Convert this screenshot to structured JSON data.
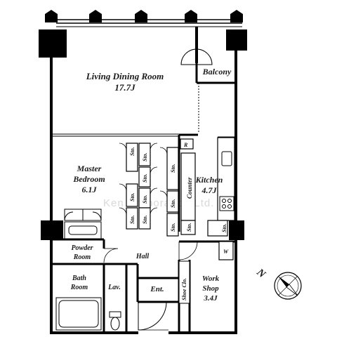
{
  "rooms": {
    "living": {
      "name": "Living Dining Room",
      "size": "17.7J"
    },
    "balcony": {
      "name": "Balcony"
    },
    "master": {
      "name": "Master",
      "name2": "Bedroom",
      "size": "6.1J"
    },
    "kitchen": {
      "name": "Kitchen",
      "size": "4.7J"
    },
    "powder": {
      "name": "Powder",
      "name2": "Room"
    },
    "bath": {
      "name": "Bath",
      "name2": "Room"
    },
    "lav": {
      "name": "Lav."
    },
    "hall": {
      "name": "Hall"
    },
    "entrance": {
      "name": "Ent."
    },
    "workshop": {
      "name": "Work",
      "name2": "Shop",
      "size": "3.4J"
    }
  },
  "fixtures": {
    "storage": "Sto.",
    "counter": "Counter",
    "refrigerator": "R",
    "washer": "W",
    "shoe_closet": "Shoe Clo."
  },
  "compass": {
    "north": "N"
  },
  "watermark": "Ken Corporation Ltd."
}
